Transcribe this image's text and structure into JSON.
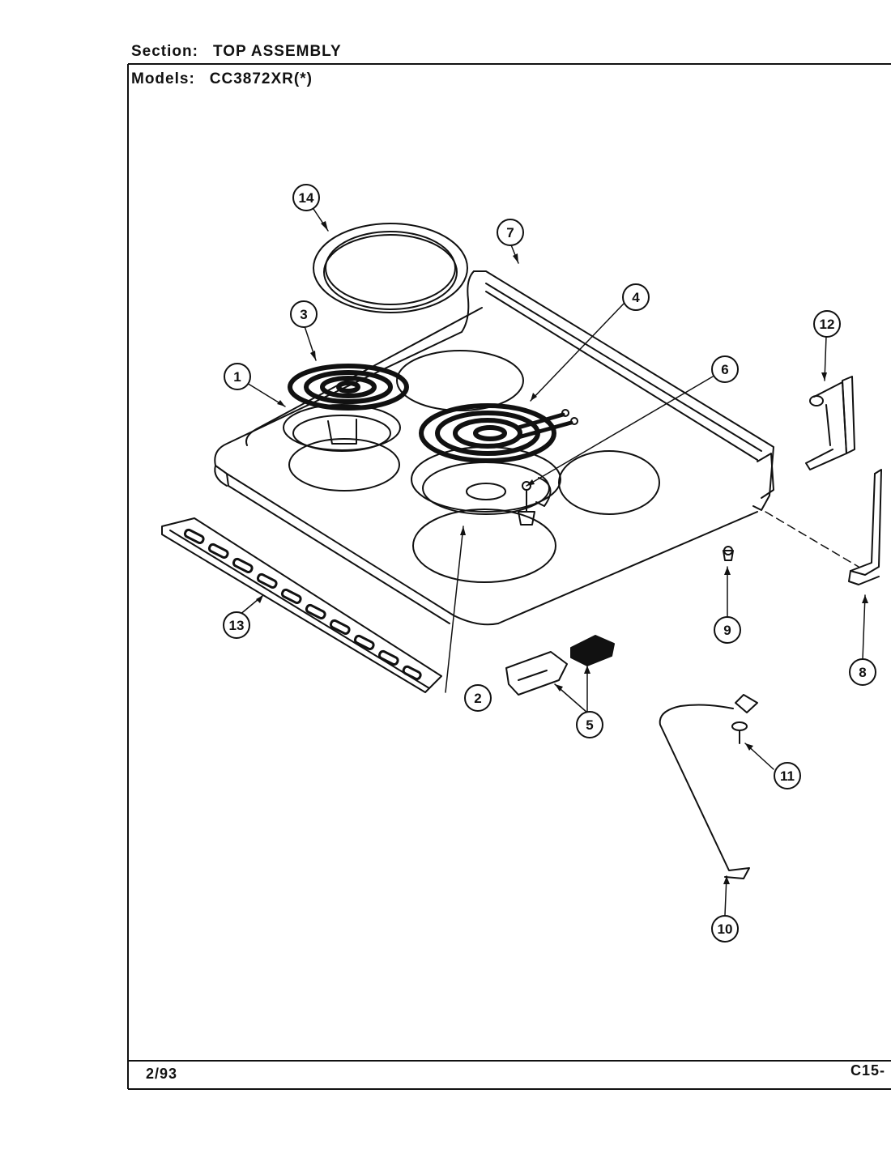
{
  "header": {
    "section_label": "Section:",
    "section_value": "TOP ASSEMBLY",
    "models_label": "Models:",
    "models_value": "CC3872XR(*)"
  },
  "footer": {
    "date": "2/93",
    "page_code": "C15-"
  },
  "callouts": [
    "1",
    "2",
    "3",
    "4",
    "5",
    "6",
    "7",
    "8",
    "9",
    "10",
    "11",
    "12",
    "13",
    "14"
  ]
}
